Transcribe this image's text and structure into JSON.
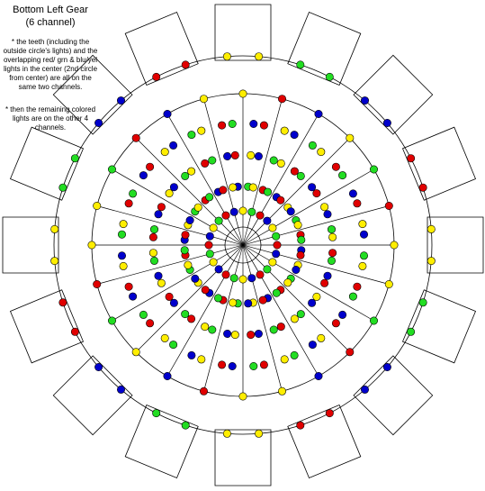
{
  "title": "Bottom Left Gear",
  "subtitle": "(6 channel)",
  "notes": [
    "* the teeth (including the outside circle's lights) and the overlapping red/ grn & blu/yel lights in the center (2nd circle from center) are all on the same two channels.",
    "* then the remaining colored lights are on the other 4 channels."
  ],
  "colors": {
    "red": "#e00000",
    "green": "#22dd22",
    "blue": "#0000cc",
    "yellow": "#ffee00",
    "line": "#000000"
  },
  "gear": {
    "teeth_count": 16,
    "spokes": 24,
    "lights_per_tooth": 2
  }
}
